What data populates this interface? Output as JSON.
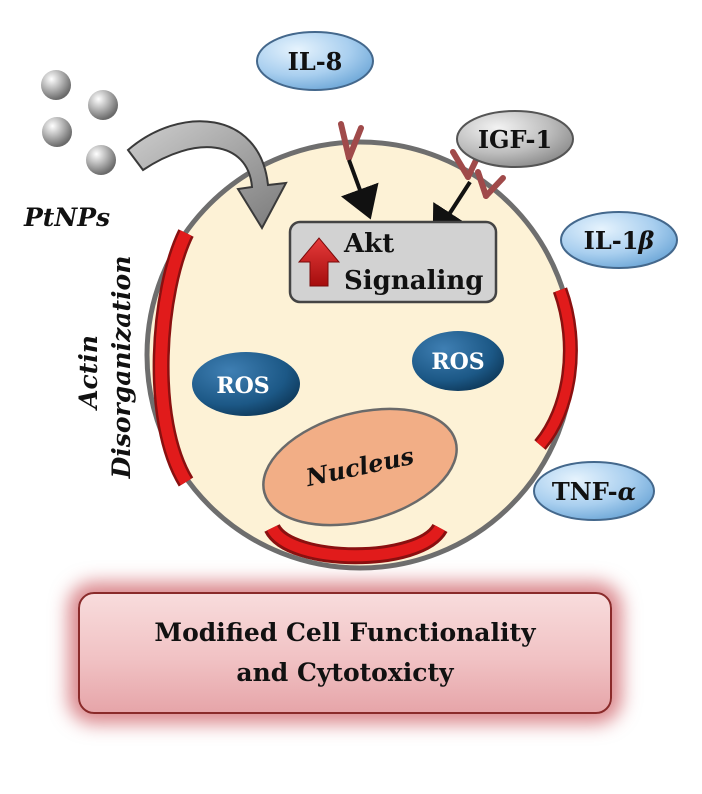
{
  "labels": {
    "il8": "IL-8",
    "igf1": "IGF-1",
    "il1b_base": "IL-1",
    "il1b_greek": "β",
    "tnfa_base": "TNF-",
    "tnfa_greek": "α",
    "ptnps": "PtNPs",
    "actin_line1": "Actin",
    "actin_line2": "Disorganization",
    "akt_line1": "Akt",
    "akt_line2": "Signaling",
    "ros_left": "ROS",
    "ros_right": "ROS",
    "nucleus": "Nucleus"
  },
  "outcome": {
    "line1": "Modified Cell Functionality",
    "line2": "and Cytotoxicty"
  },
  "colors": {
    "cell_fill": "#fdf2d6",
    "cell_stroke": "#6e6e6e",
    "membrane_red": "#e11b1b",
    "cytokine_fill": "#a9cfef",
    "igf_fill": "#bdbdbd",
    "ros_fill": "#1c5886",
    "nucleus_fill": "#f2ae86",
    "receptor_brown": "#a04a4a",
    "akt_box_fill": "#d2d2d2",
    "up_arrow": "#cf1515"
  }
}
